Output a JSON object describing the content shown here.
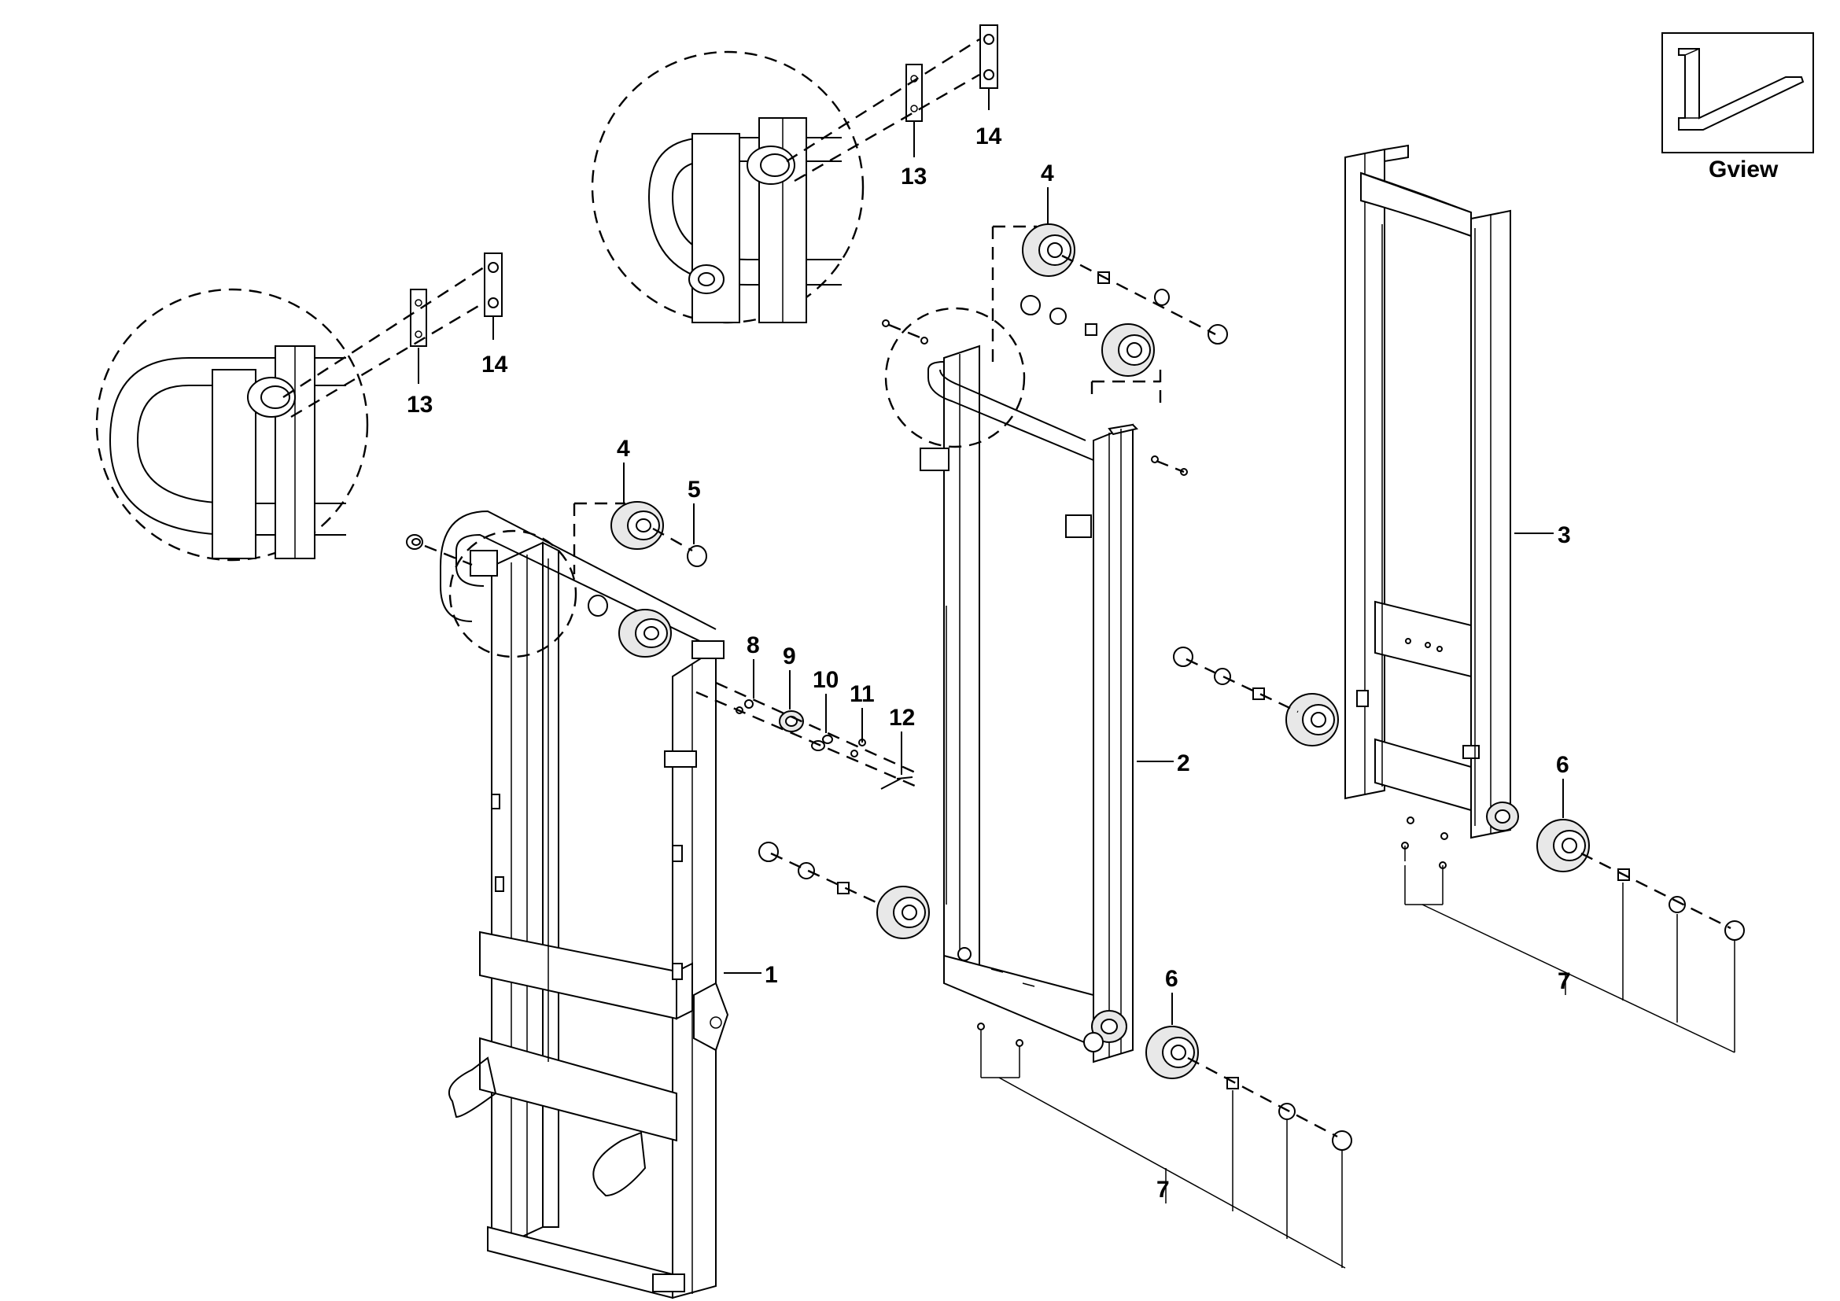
{
  "labels": {
    "p1": "1",
    "p2": "2",
    "p3": "3",
    "p4a": "4",
    "p4b": "4",
    "p5": "5",
    "p6a": "6",
    "p6b": "6",
    "p7a": "7",
    "p7b": "7",
    "p8": "8",
    "p9": "9",
    "p10": "10",
    "p11": "11",
    "p12": "12",
    "p13a": "13",
    "p13b": "13",
    "p14a": "14",
    "p14b": "14"
  },
  "gview": {
    "label": "Gview"
  }
}
